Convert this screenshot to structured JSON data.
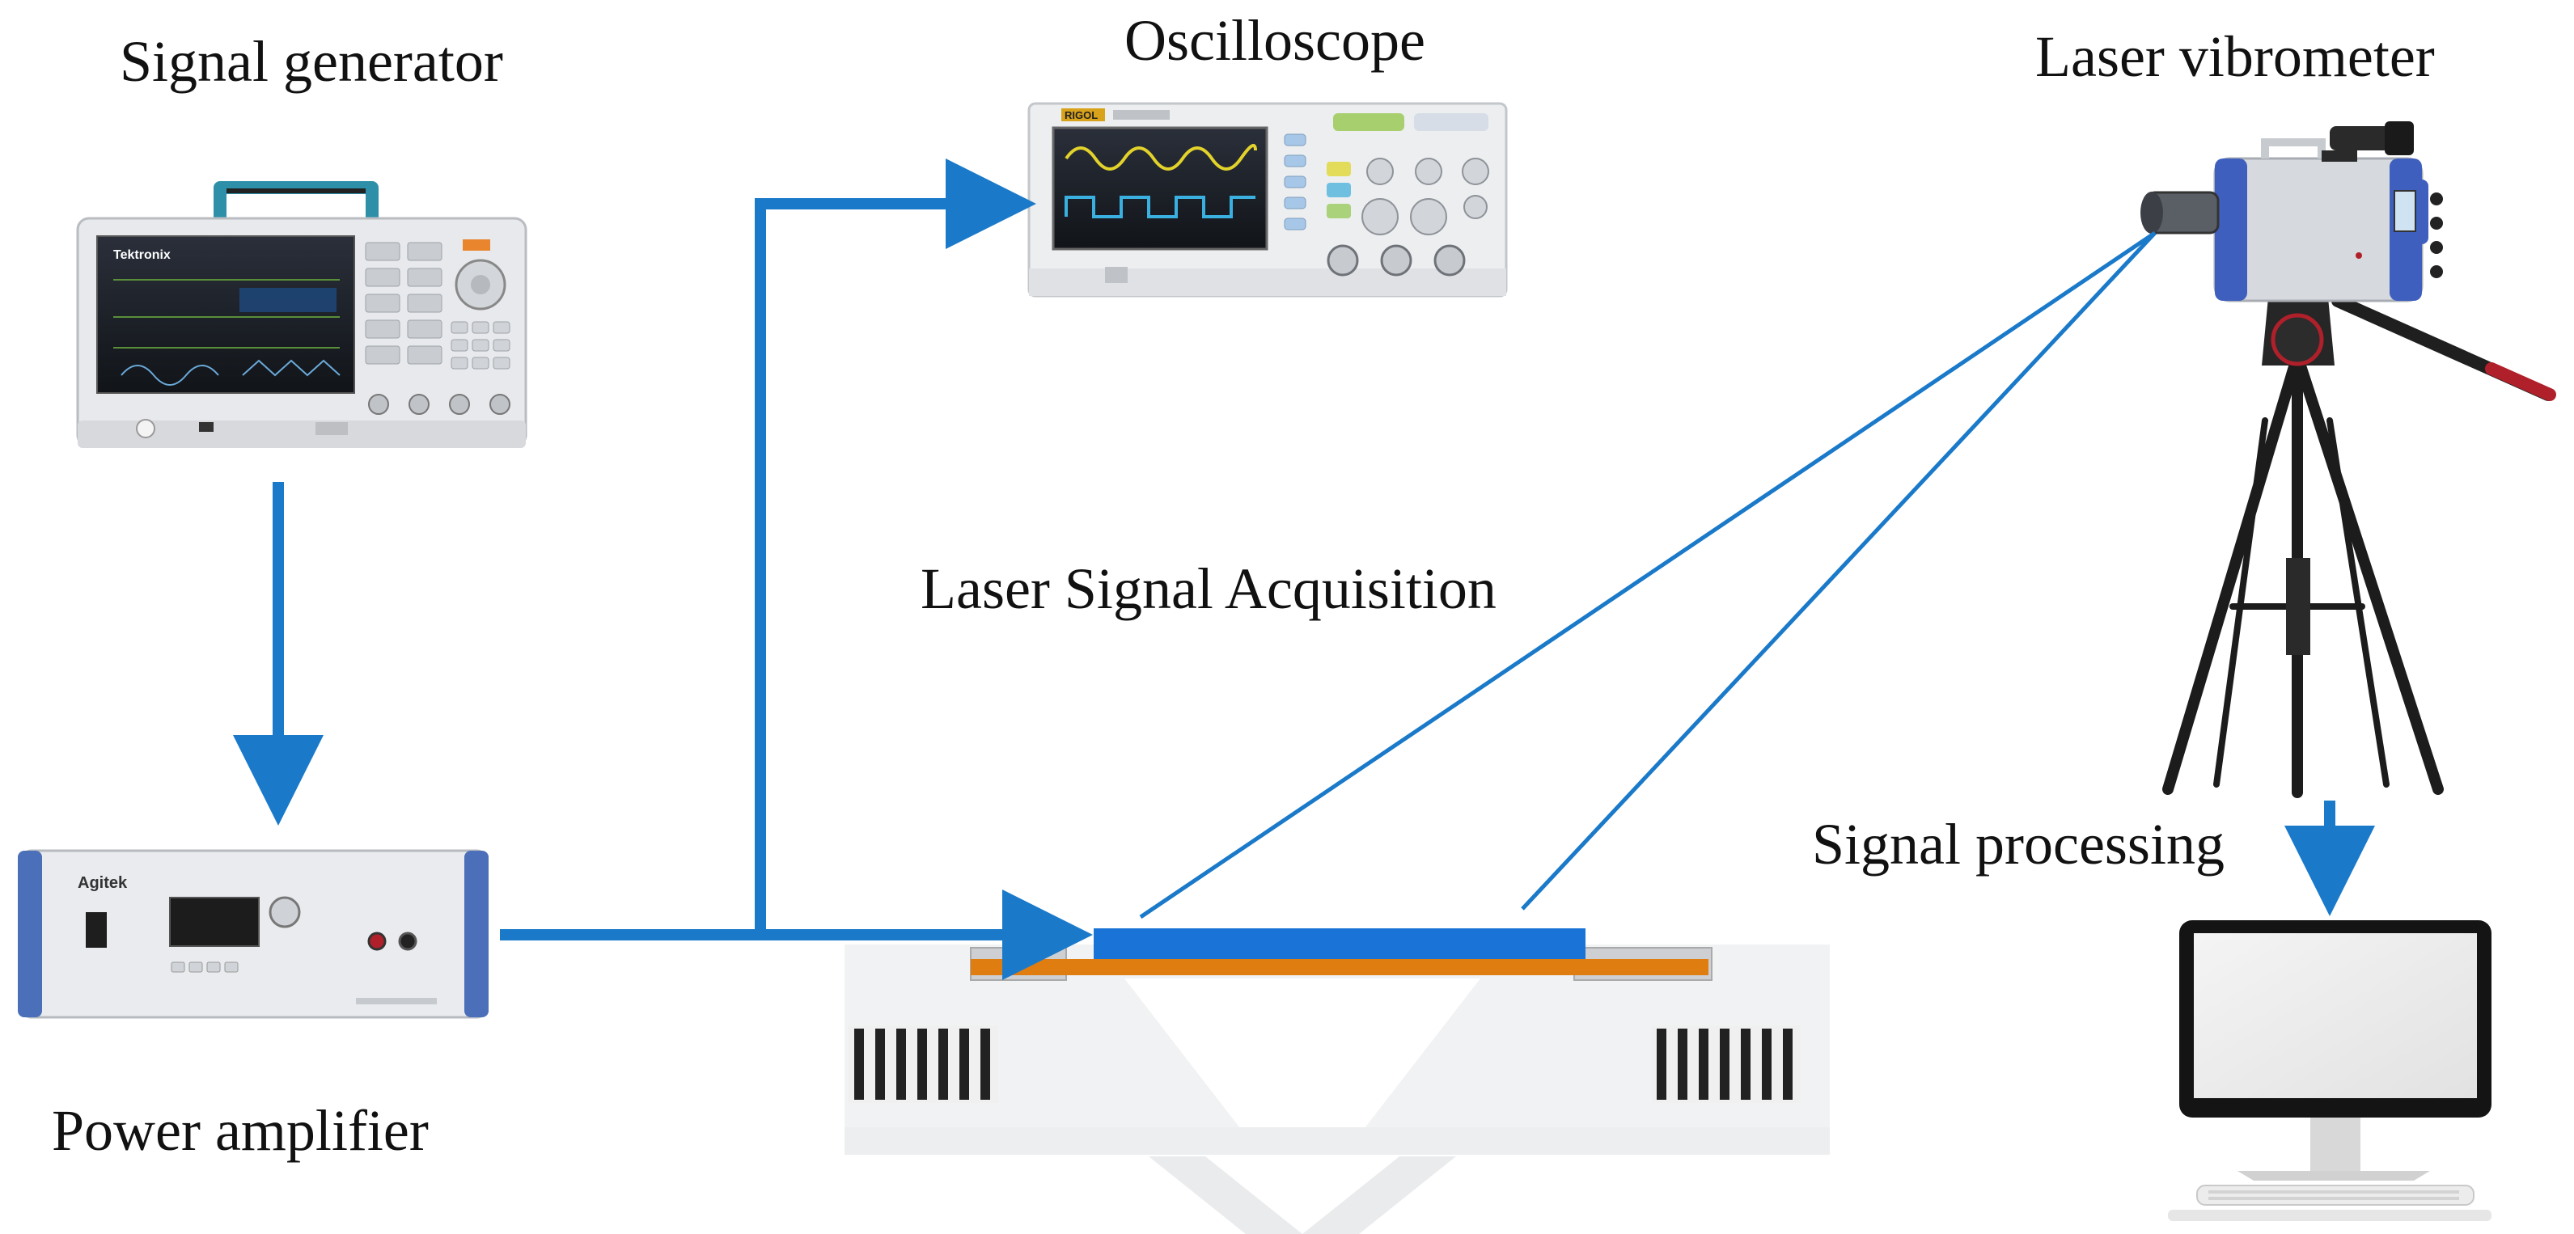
{
  "labels": {
    "signal_generator": "Signal generator",
    "oscilloscope": "Oscilloscope",
    "laser_vibrometer": "Laser vibrometer",
    "laser_signal_acquisition": "Laser Signal Acquisition",
    "signal_processing": "Signal processing",
    "power_amplifier": "Power amplifier"
  },
  "device_brands": {
    "generator_brand": "Tektronix",
    "oscilloscope_brand": "RIGOL",
    "amplifier_brand": "Agitek"
  },
  "colors": {
    "arrow_blue": "#1a7ac9",
    "plate_blue": "#1a74d8",
    "substrate_orange": "#e07d10",
    "vibrometer_blue": "#3f5fbf",
    "tripod_red": "#b0202a"
  },
  "icons": [
    "function-generator-icon",
    "oscilloscope-icon",
    "laser-vibrometer-icon",
    "power-amplifier-icon",
    "computer-monitor-icon",
    "test-fixture-icon"
  ]
}
